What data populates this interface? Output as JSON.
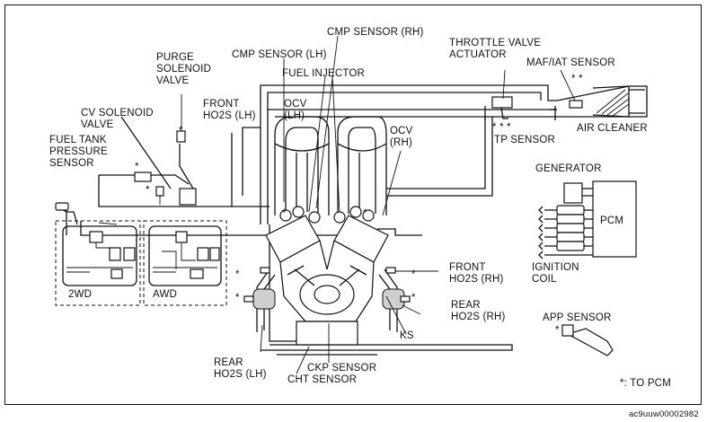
{
  "labels": {
    "cmp_rh": "CMP SENSOR (RH)",
    "cmp_lh": "CMP SENSOR (LH)",
    "throttle_valve_actuator": "THROTTLE VALVE\nACTUATOR",
    "maf_iat": "MAF/IAT SENSOR",
    "purge_solenoid": "PURGE\nSOLENOID\nVALVE",
    "fuel_injector": "FUEL INJECTOR",
    "cv_solenoid": "CV SOLENOID\nVALVE",
    "front_ho2s_lh": "FRONT\nHO2S (LH)",
    "ocv_lh": "OCV\n(LH)",
    "ocv_rh": "OCV\n(RH)",
    "tp_sensor": "TP SENSOR",
    "air_cleaner": "AIR CLEANER",
    "fuel_tank_pressure": "FUEL TANK\nPRESSURE\nSENSOR",
    "generator": "GENERATOR",
    "pcm": "PCM",
    "ignition_coil": "IGNITION\nCOIL",
    "front_ho2s_rh": "FRONT\nHO2S (RH)",
    "rear_ho2s_rh": "REAR\nHO2S (RH)",
    "app_sensor": "APP SENSOR",
    "ks": "KS",
    "rear_ho2s_lh": "REAR\nHO2S (LH)",
    "ckp_sensor": "CKP SENSOR",
    "cht_sensor": "CHT SENSOR",
    "wd2": "2WD",
    "awd": "AWD",
    "legend": "*: TO PCM",
    "figure_code": "ac9uuw00002982"
  },
  "markers": {
    "star": "*",
    "triple_star": "* * *",
    "double_star": "* *"
  }
}
